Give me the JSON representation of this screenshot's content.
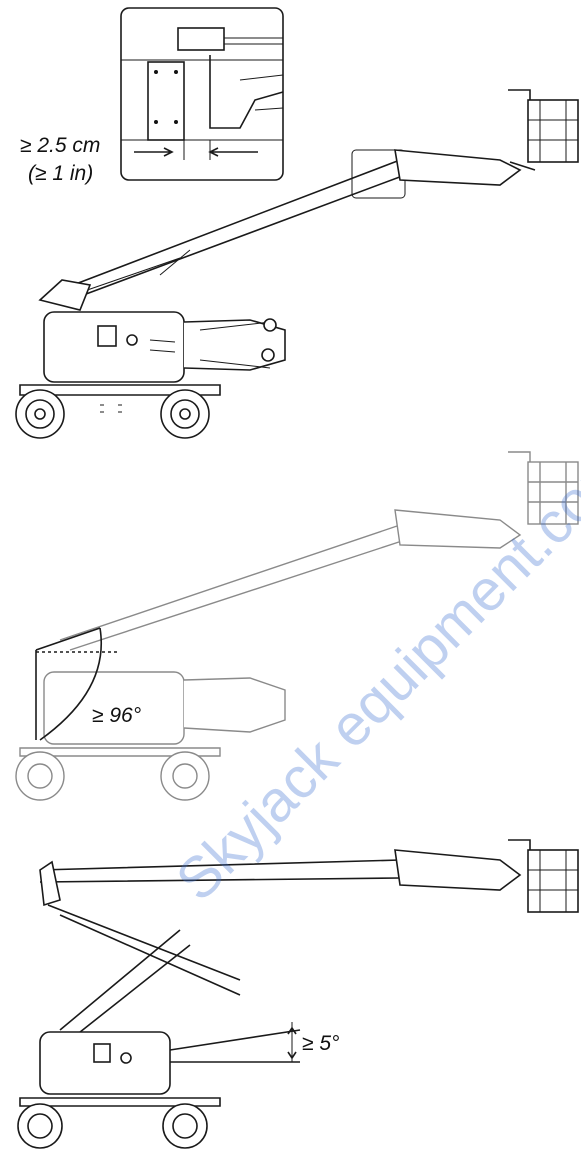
{
  "labels": {
    "gap_metric": "≥ 2.5 cm",
    "gap_imperial": "(≥ 1 in)",
    "angle_96": "≥ 96°",
    "angle_5": "≥ 5°"
  },
  "watermark": "Skyjack equipment.com",
  "colors": {
    "line": "#1a1a1a",
    "faded": "#8a8a8a",
    "watermark": "#3a6fd1"
  }
}
